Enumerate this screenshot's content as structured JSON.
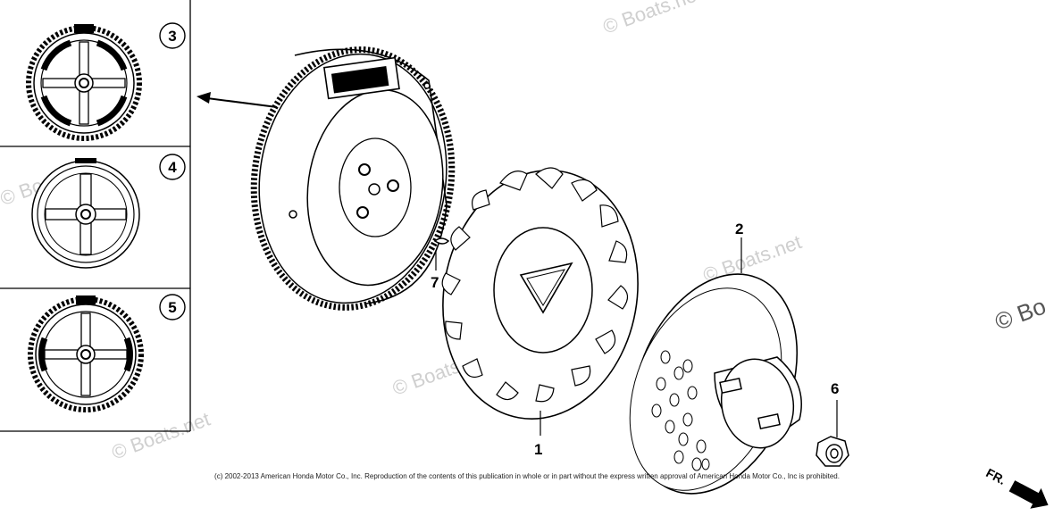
{
  "watermark": {
    "text": "© Boats.net",
    "partial": "© Bo"
  },
  "callouts": {
    "one": "1",
    "two": "2",
    "three": "3",
    "four": "4",
    "five": "5",
    "six": "6",
    "seven": "7"
  },
  "direction_label": "FR.",
  "copyright": "(c) 2002-2013 American Honda Motor Co., Inc. Reproduction of the contents of this publication in whole or in part without the express written approval of American Honda Motor Co., Inc is prohibited."
}
